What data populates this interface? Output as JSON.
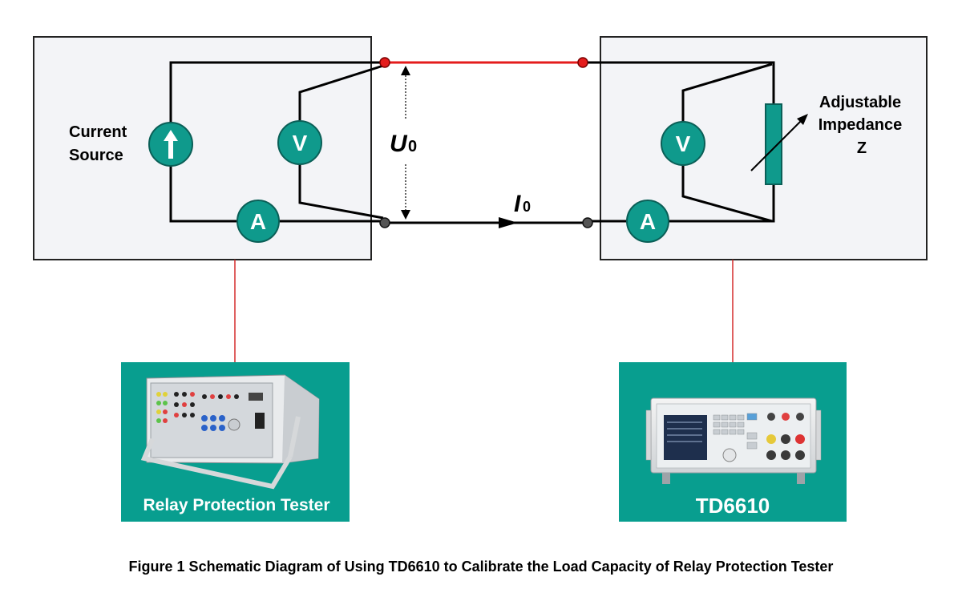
{
  "diagram": {
    "left_box": {
      "source_label_line1": "Current",
      "source_label_line2": "Source"
    },
    "right_box": {
      "impedance_label_line1": "Adjustable",
      "impedance_label_line2": "Impedance",
      "impedance_label_line3": "Z"
    },
    "meters": {
      "voltmeter": "V",
      "ammeter": "A"
    },
    "voltage_label": {
      "main": "U",
      "sub": "0"
    },
    "current_label": {
      "main": "I",
      "sub": "0"
    },
    "tester_caption": "Relay Protection Tester",
    "td_caption": "TD6610",
    "figure_caption": "Figure 1 Schematic Diagram of Using TD6610 to Calibrate the Load Capacity of Relay Protection Tester"
  },
  "colors": {
    "teal": "#0f9a8c",
    "teal_panel": "#089e8f",
    "red_wire": "#e41c1c",
    "box_fill": "#f3f4f7"
  }
}
